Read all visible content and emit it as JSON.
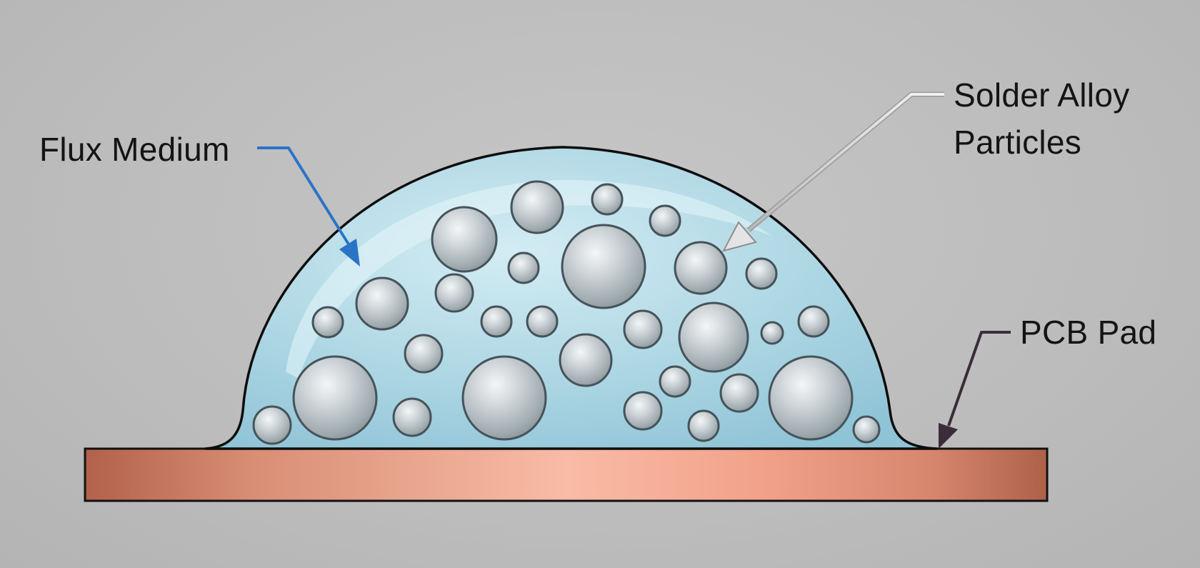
{
  "labels": {
    "flux_medium": "Flux Medium",
    "solder_alloy_line1": "Solder Alloy",
    "solder_alloy_line2": "Particles",
    "pcb_pad": "PCB Pad"
  },
  "colors": {
    "background": "#bcbcbc",
    "flux": "#a8d2e0",
    "copper": "#d0876a",
    "copper_highlight": "#f6b8a2",
    "particle": "#c4ccd0",
    "flux_arrow": "#2a74c6",
    "solder_arrow": "#d0d0d0",
    "pad_arrow": "#3a2c38",
    "outline": "#111111"
  },
  "icons": {
    "particle": "sphere",
    "pointer": "arrow"
  }
}
